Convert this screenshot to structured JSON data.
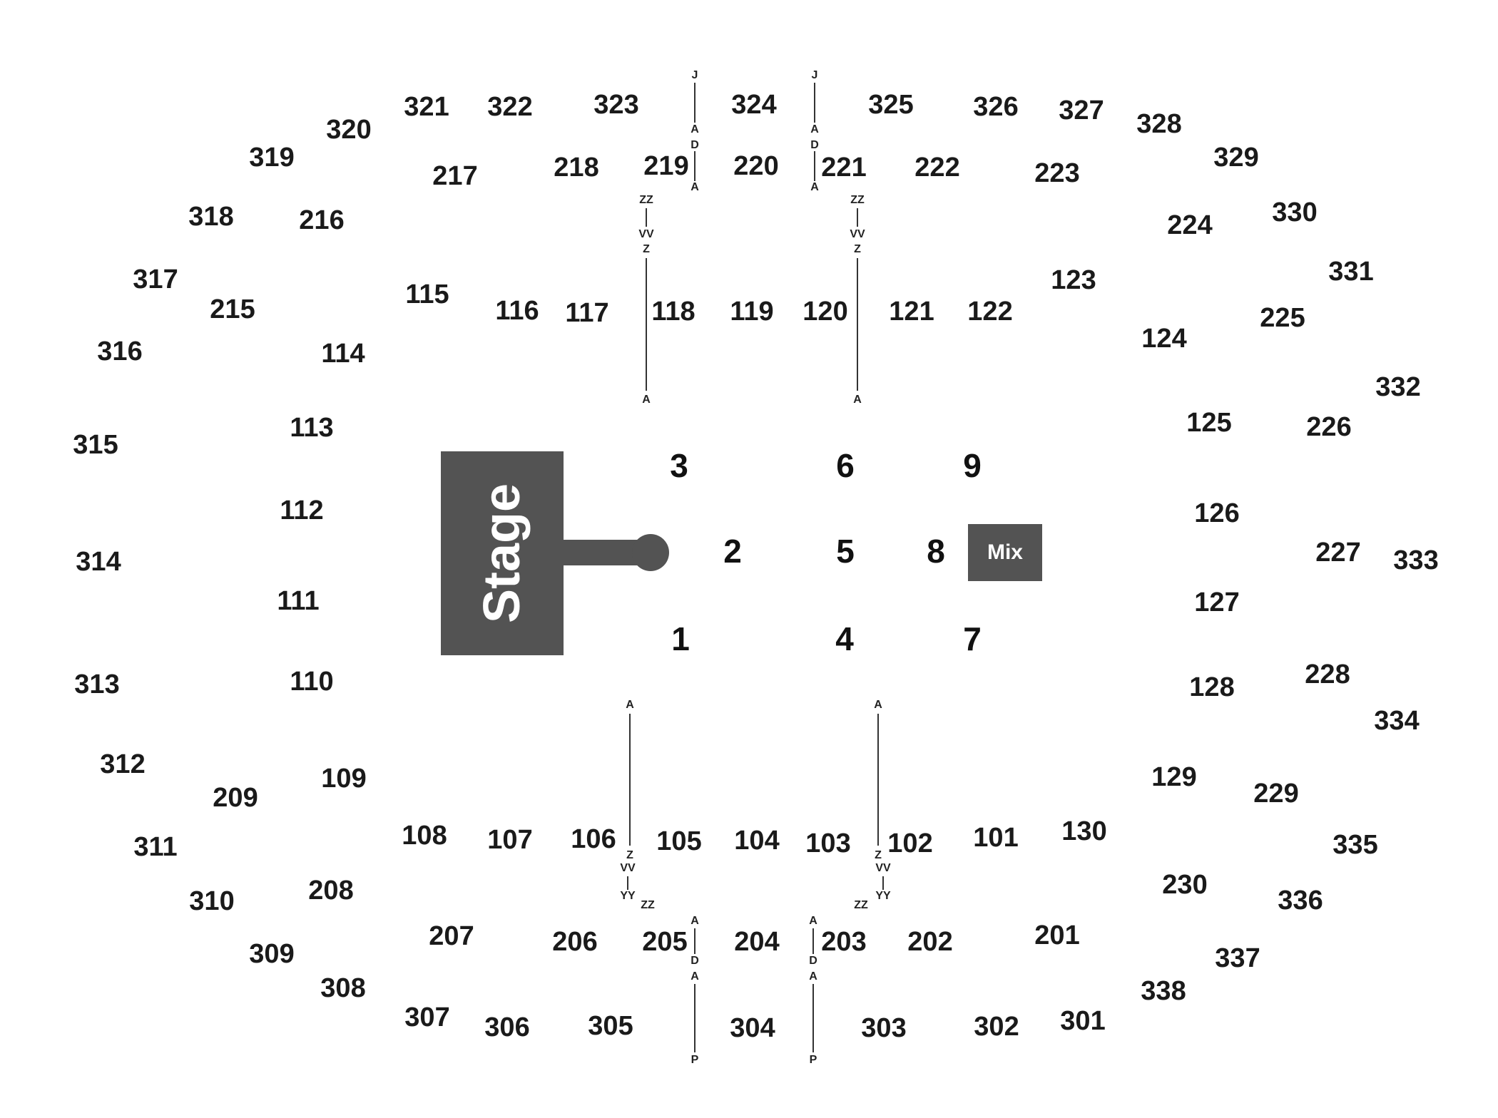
{
  "venue_map": {
    "stage_label": "Stage",
    "mix_label": "Mix",
    "floor_sections": [
      "1",
      "2",
      "3",
      "4",
      "5",
      "6",
      "7",
      "8",
      "9"
    ],
    "sections_100": [
      "101",
      "102",
      "103",
      "104",
      "105",
      "106",
      "107",
      "108",
      "109",
      "110",
      "111",
      "112",
      "113",
      "114",
      "115",
      "116",
      "117",
      "118",
      "119",
      "120",
      "121",
      "122",
      "123",
      "124",
      "125",
      "126",
      "127",
      "128",
      "129",
      "130"
    ],
    "sections_200": [
      "201",
      "202",
      "203",
      "204",
      "205",
      "206",
      "207",
      "208",
      "209",
      "215",
      "216",
      "217",
      "218",
      "219",
      "220",
      "221",
      "222",
      "223",
      "224",
      "225",
      "226",
      "227",
      "228",
      "229",
      "230"
    ],
    "sections_300": [
      "301",
      "302",
      "303",
      "304",
      "305",
      "306",
      "307",
      "308",
      "309",
      "310",
      "311",
      "312",
      "313",
      "314",
      "315",
      "316",
      "317",
      "318",
      "319",
      "320",
      "321",
      "322",
      "323",
      "324",
      "325",
      "326",
      "327",
      "328",
      "329",
      "330",
      "331",
      "332",
      "333",
      "334",
      "335",
      "336",
      "337",
      "338"
    ],
    "row_markers": {
      "a": "A",
      "d": "D",
      "j": "J",
      "p": "P",
      "z": "Z",
      "zz": "ZZ",
      "vv": "VV",
      "yy": "YY"
    }
  }
}
